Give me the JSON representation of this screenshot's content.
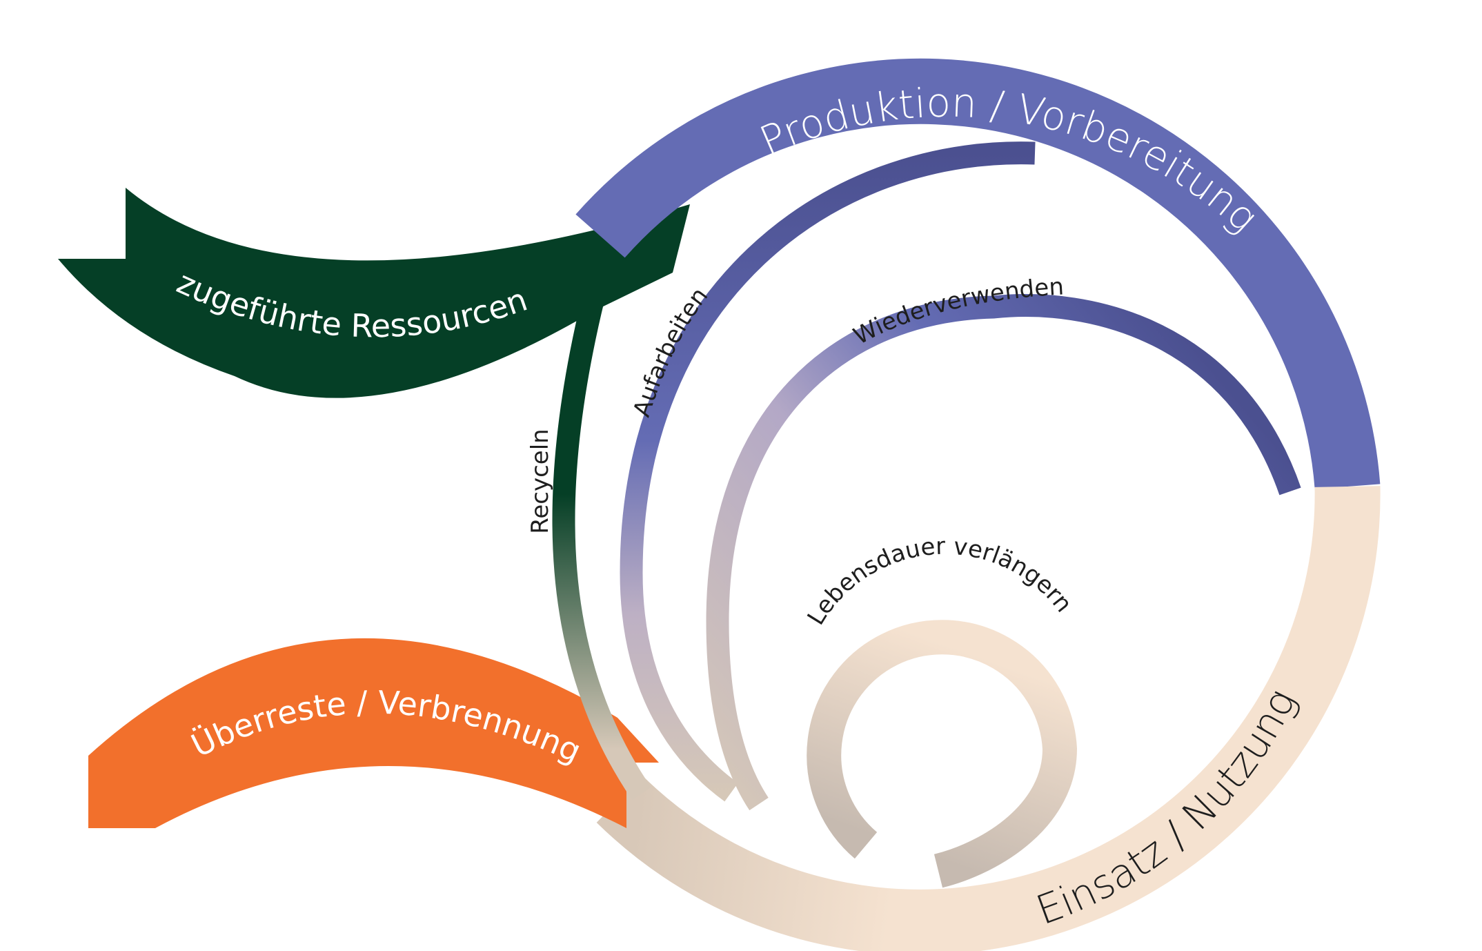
{
  "diagram": {
    "stages": {
      "production": "Produktion / Vorbereitung",
      "usage": "Einsatz / Nutzung"
    },
    "inflow": "zugeführte Ressourcen",
    "outflow": "Überreste / Verbrennung",
    "loops": {
      "recycle": "Recyceln",
      "refurbish": "Aufarbeiten",
      "reuse": "Wiederverwenden",
      "extend": "Lebensdauer verlängern"
    }
  },
  "colors": {
    "production": "#646cb4",
    "production_dark": "#4b5090",
    "usage": "#f5e2d0",
    "usage_dark": "#d6c8b8",
    "inflow": "#053f26",
    "outflow": "#f2702c",
    "label_light": "#ffffff",
    "label_dark": "#1e1e1e"
  }
}
